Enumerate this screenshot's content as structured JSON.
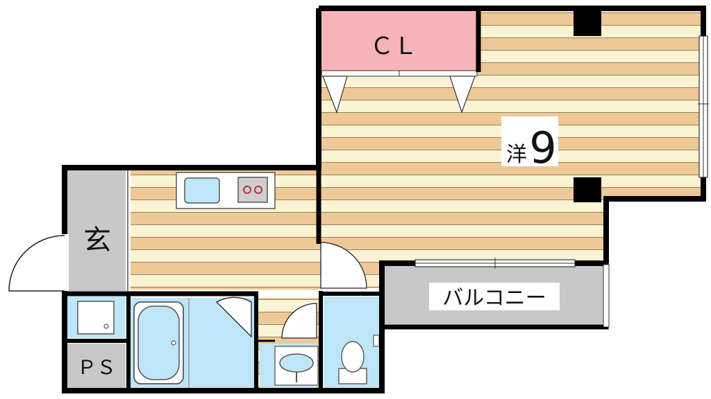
{
  "floorplan": {
    "rooms": {
      "closet": {
        "label": "ＣＬ"
      },
      "western_room": {
        "label_prefix": "洋",
        "size": "9"
      },
      "entrance": {
        "label": "玄"
      },
      "balcony": {
        "label": "バルコニー"
      },
      "pipe_space": {
        "label": "ＰＳ"
      }
    },
    "colors": {
      "wall": "#000000",
      "floor_stripe_a": "#eec996",
      "floor_stripe_b": "#fbf4d4",
      "stripe_line": "#9a7a5a",
      "closet": "#f6b3b8",
      "wet_area": "#bfe6f7",
      "entrance": "#c8c8c8",
      "balcony": "#c8c8c8"
    }
  }
}
